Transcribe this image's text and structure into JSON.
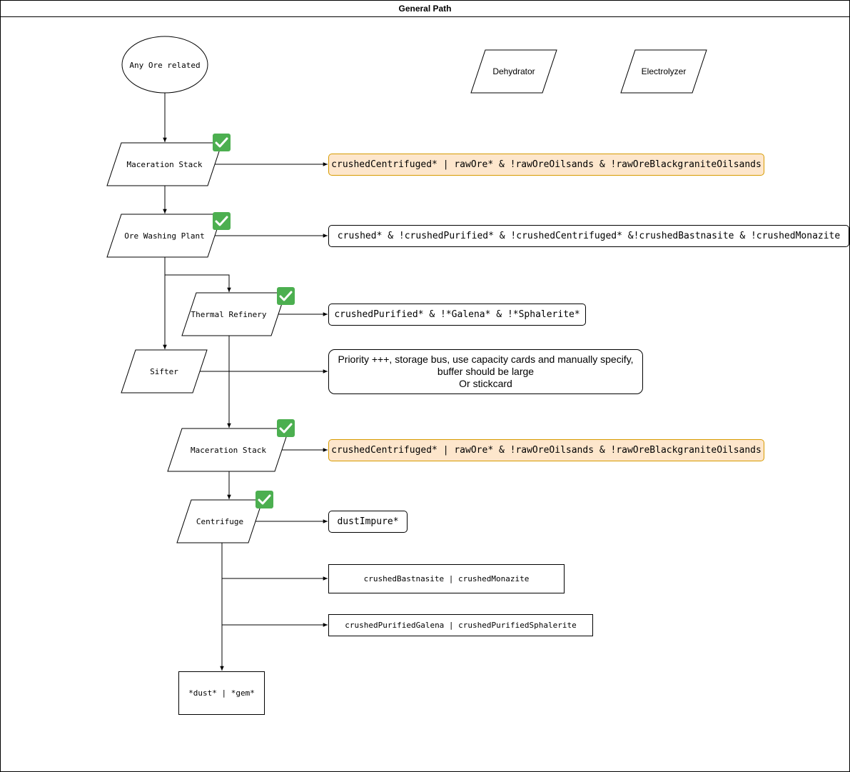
{
  "title": "General Path",
  "colors": {
    "check_green": "#4caf50",
    "highlight_fill": "#fde6cc",
    "highlight_border": "#d79b00"
  },
  "nodes": {
    "start": "Any Ore related",
    "dehydrator": "Dehydrator",
    "electrolyzer": "Electrolyzer",
    "maceration_1": "Maceration Stack",
    "ore_washing": "Ore Washing Plant",
    "thermal_refinery": "Thermal Refinery",
    "sifter": "Sifter",
    "maceration_2": "Maceration Stack",
    "centrifuge": "Centrifuge",
    "dust_gem": "*dust* | *gem*"
  },
  "filters": {
    "maceration_1": "crushedCentrifuged* | rawOre* & !rawOreOilsands & !rawOreBlackgraniteOilsands",
    "ore_washing": "crushed* & !crushedPurified* & !crushedCentrifuged* &!crushedBastnasite & !crushedMonazite",
    "thermal_refinery": "crushedPurified* & !*Galena* & !*Sphalerite*",
    "sifter_line1": "Priority +++, storage bus, use capacity cards and manually specify,",
    "sifter_line2": "buffer should be large",
    "sifter_line3": "Or stickcard",
    "maceration_2": "crushedCentrifuged* | rawOre* & !rawOreOilsands & !rawOreBlackgraniteOilsands",
    "centrifuge": "dustImpure*",
    "bastnasite": "crushedBastnasite | crushedMonazite",
    "galena": "crushedPurifiedGalena | crushedPurifiedSphalerite"
  },
  "status_icons": [
    "check-icon",
    "check-icon",
    "check-icon",
    "check-icon",
    "check-icon"
  ]
}
